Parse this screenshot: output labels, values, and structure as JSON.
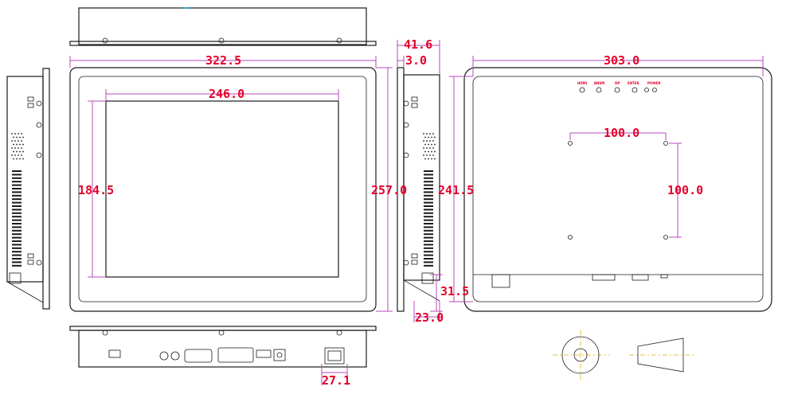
{
  "dimensions": {
    "overall_width": "322.5",
    "screen_width": "246.0",
    "screen_height": "184.5",
    "overall_height": "257.0",
    "depth": "41.6",
    "bezel": "3.0",
    "back_width": "303.0",
    "back_height": "241.5",
    "vesa_horizontal": "100.0",
    "vesa_vertical": "100.0",
    "bottom_offset": "31.5",
    "side_offset": "23.0",
    "connector_width": "27.1"
  },
  "led_labels": [
    "HDMI",
    "BNSM",
    "DP",
    "ENTER",
    "POWER"
  ],
  "colors": {
    "dimension_text": "#e4002b",
    "dimension_line": "#b64bb8",
    "outline": "#1a1a1a",
    "center_line": "#e0b400"
  }
}
